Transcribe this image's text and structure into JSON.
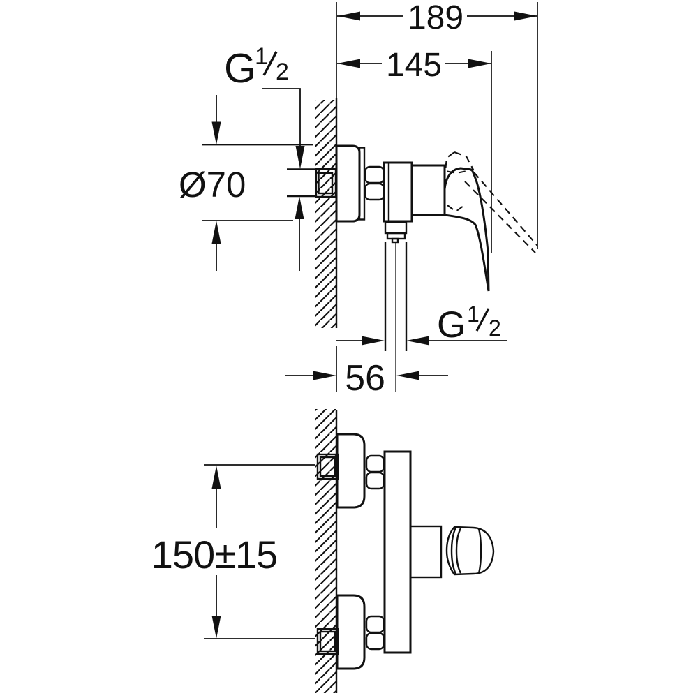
{
  "drawing": {
    "description": "Wall-mounted single-lever shower mixer installation drawing, side view and front view",
    "colors": {
      "line": "#111111",
      "background": "#ffffff"
    }
  },
  "dimensions": {
    "overall_depth": "189",
    "depth_to_handle": "145",
    "escutcheon_diameter": "Ø70",
    "outlet_offset_from_wall": "56",
    "connection_centre_distance": "150±15",
    "inlet_thread": {
      "prefix": "G",
      "numerator": "1",
      "denominator": "2"
    },
    "outlet_thread": {
      "prefix": "G",
      "numerator": "1",
      "denominator": "2"
    }
  }
}
